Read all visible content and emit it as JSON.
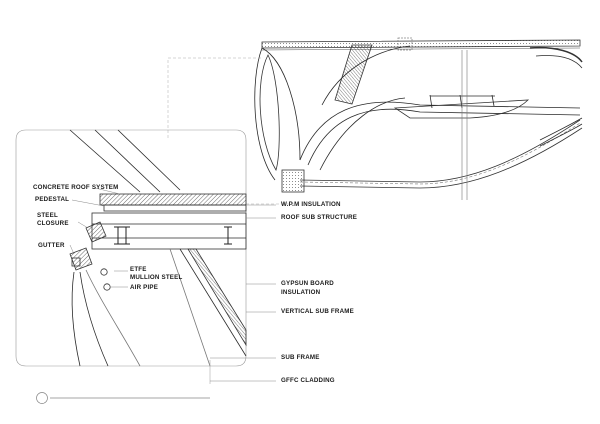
{
  "labels_left": {
    "concrete_roof_system": "CONCRETE ROOF SYSTEM",
    "pedestal": "PEDESTAL",
    "steel_closure_line1": "STEEL",
    "steel_closure_line2": "CLOSURE",
    "gutter": "GUTTER",
    "etfe": "ETFE",
    "mullion_steel": "MULLION STEEL",
    "air_pipe": "AIR PIPE"
  },
  "labels_right": {
    "wpm_insulation": "W.P.M INSULATION",
    "roof_sub_structure": "ROOF SUB STRUCTURE",
    "gypsun_board": "GYPSUN BOARD",
    "insulation": "INSULATION",
    "vertical_sub_frame": "VERTICAL SUB FRAME",
    "sub_frame": "SUB FRAME",
    "gffc_cladding": "GFFC CLADDING"
  },
  "colors": {
    "line": "#2a2a2a",
    "light_line": "#9a9a9a",
    "hatch": "#555555"
  }
}
